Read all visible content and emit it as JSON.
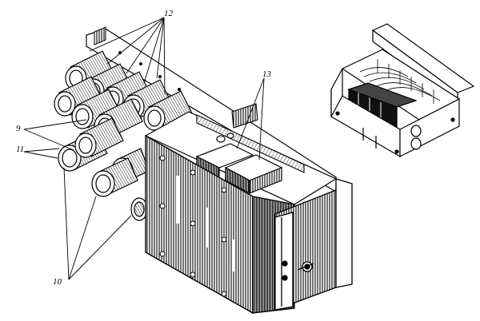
{
  "figure": {
    "labels": {
      "l12": "12",
      "l13": "13",
      "l9": "9",
      "l11": "11",
      "l10": "10"
    }
  },
  "colors": {
    "ink": "#000000",
    "paper": "#ffffff"
  }
}
